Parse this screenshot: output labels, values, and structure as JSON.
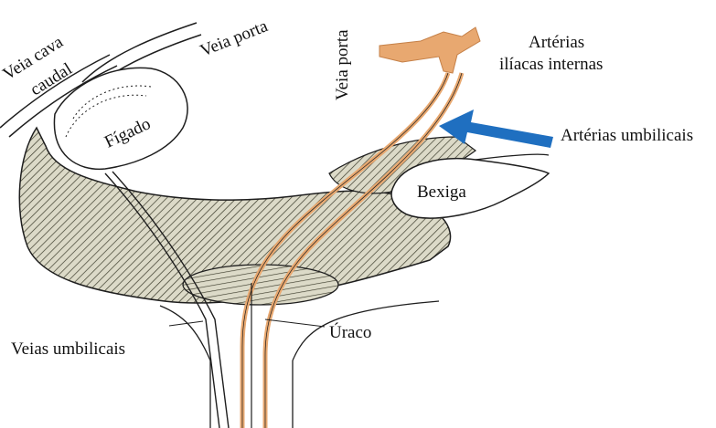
{
  "labels": {
    "veia_cava": "Veia cava",
    "caudal": "caudal",
    "veia_porta_left": "Veia porta",
    "veia_porta_right": "Veia porta",
    "figado": "Fígado",
    "arterias": "Artérias",
    "iliacas_internas": "ilíacas internas",
    "arterias_umbilicais": "Artérias umbilicais",
    "bexiga": "Bexiga",
    "uraco": "Úraco",
    "veias_umbilicais": "Veias umbilicais"
  },
  "colors": {
    "artery": "#e8a870",
    "arrow": "#1f6fc0",
    "hatch_fill": "#d9d7c4",
    "outline": "#1e1e1e"
  },
  "icons": {
    "pointer": "blue-arrow-icon"
  }
}
